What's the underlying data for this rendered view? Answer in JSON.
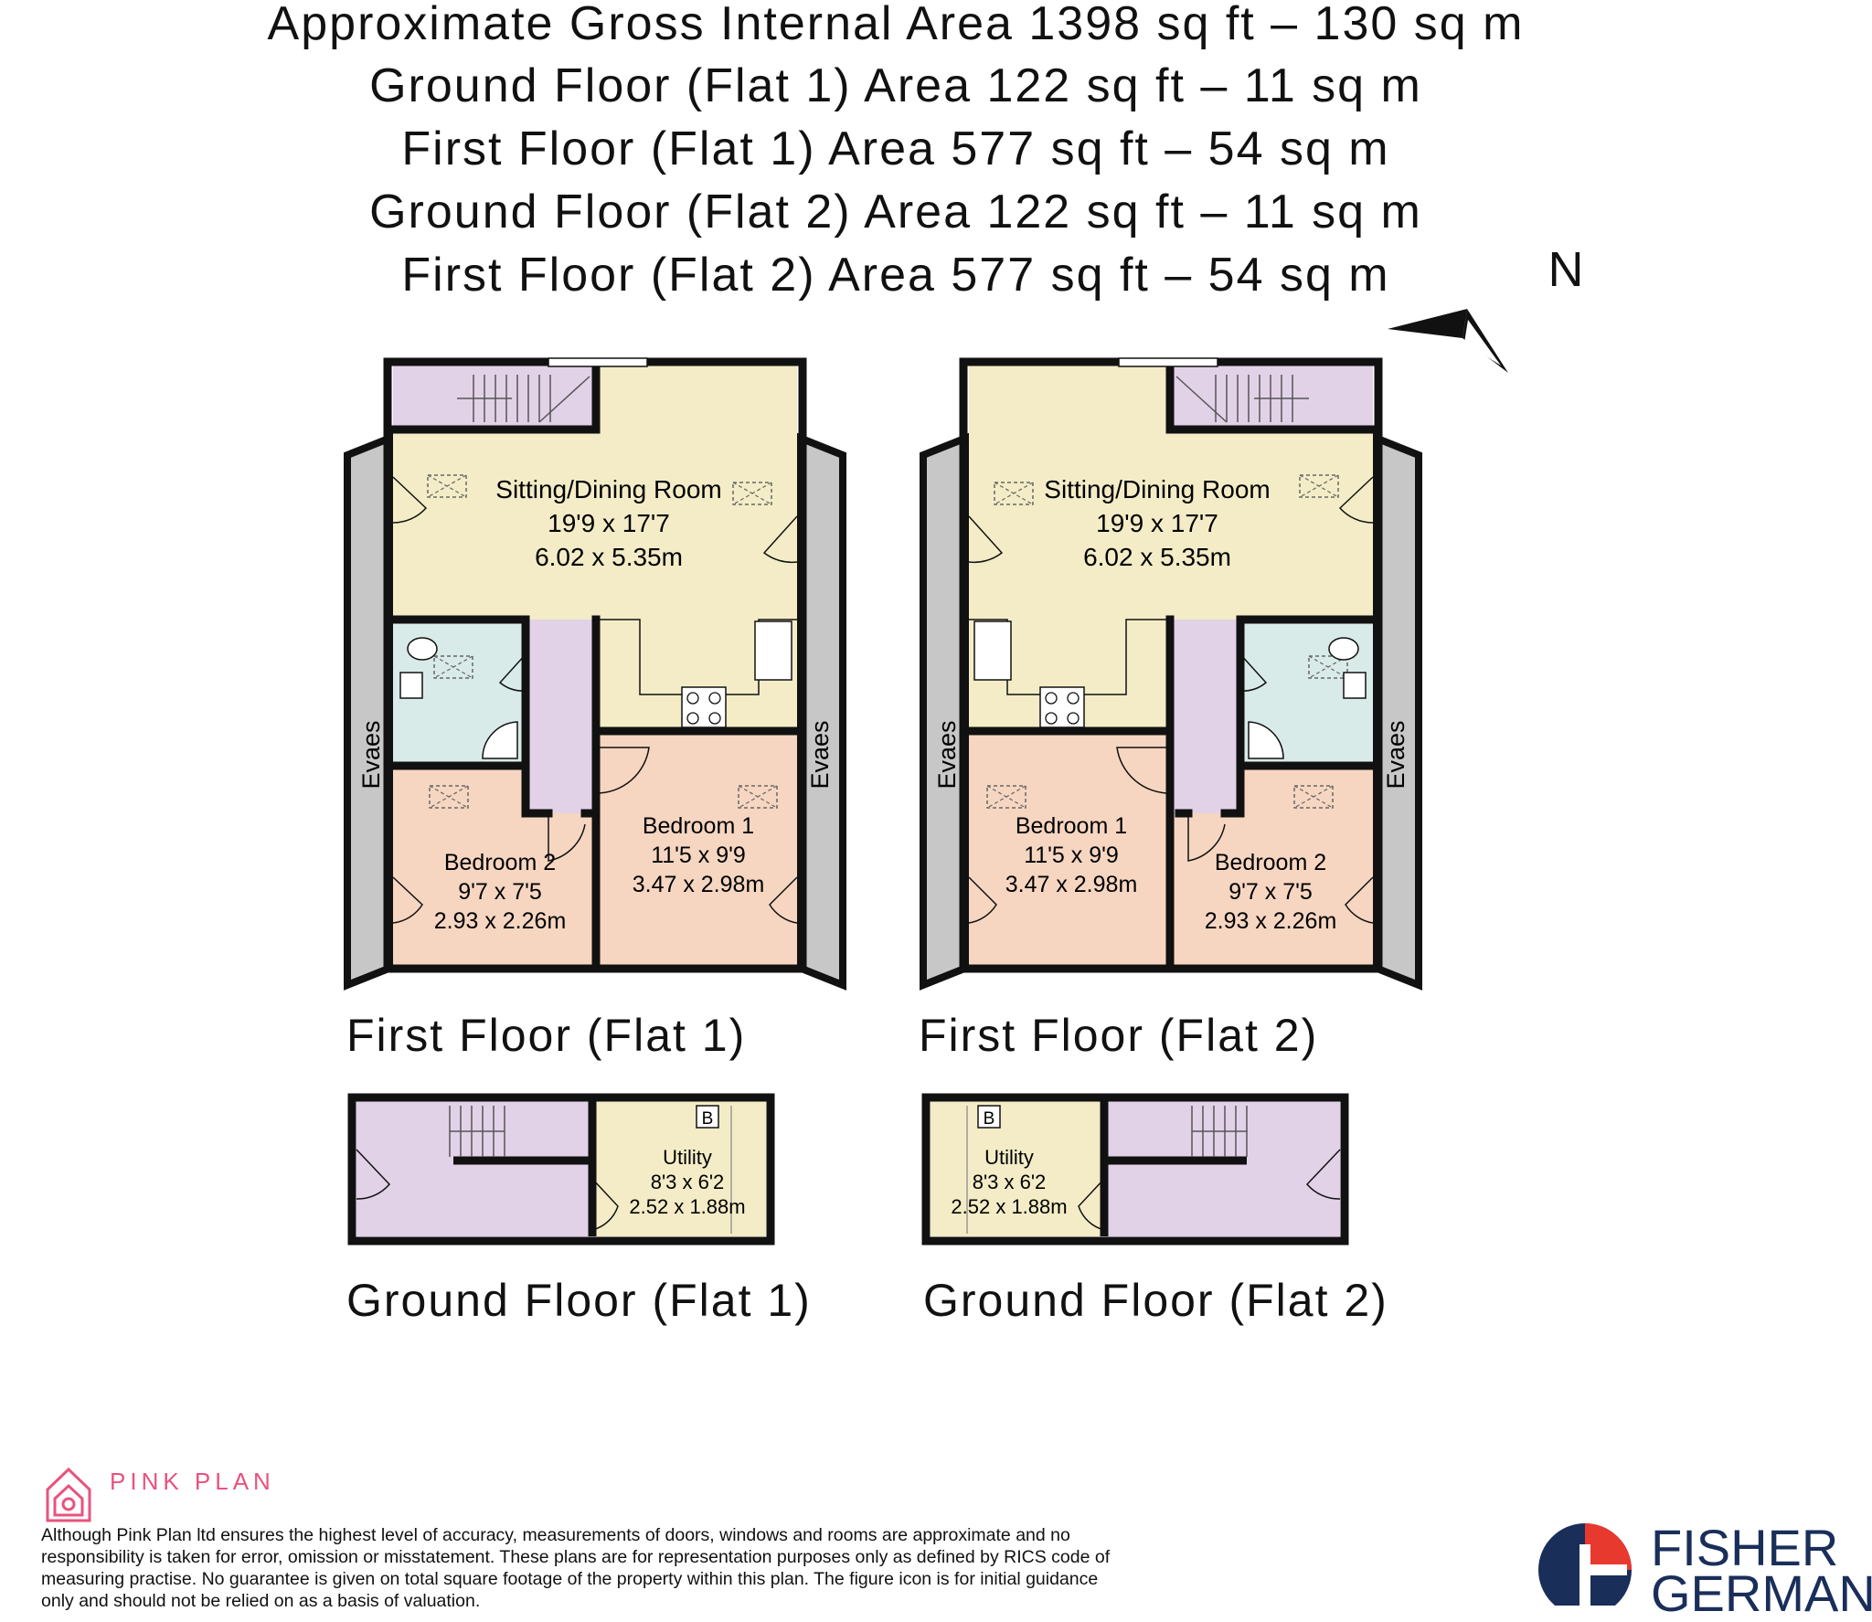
{
  "header": {
    "lines": [
      "Approximate Gross Internal Area 1398 sq ft – 130 sq m",
      "Ground Floor (Flat 1) Area 122 sq ft – 11 sq m",
      "First Floor (Flat 1) Area 577 sq ft – 54 sq m",
      "Ground Floor (Flat 2) Area 122 sq ft – 11 sq m",
      "First Floor (Flat 2) Area 577 sq ft – 54 sq m"
    ]
  },
  "compass": {
    "label": "N"
  },
  "flat1_first": {
    "caption": "First Floor (Flat 1)",
    "sitting": {
      "name": "Sitting/Dining Room",
      "imperial": "19'9 x 17'7",
      "metric": "6.02 x 5.35m"
    },
    "bedroom2": {
      "name": "Bedroom 2",
      "imperial": "9'7 x 7'5",
      "metric": "2.93 x 2.26m"
    },
    "bedroom1": {
      "name": "Bedroom 1",
      "imperial": "11'5 x 9'9",
      "metric": "3.47 x 2.98m"
    },
    "eaves_left": "Evaes",
    "eaves_right": "Evaes"
  },
  "flat2_first": {
    "caption": "First Floor (Flat 2)",
    "sitting": {
      "name": "Sitting/Dining Room",
      "imperial": "19'9 x 17'7",
      "metric": "6.02 x 5.35m"
    },
    "bedroom1": {
      "name": "Bedroom 1",
      "imperial": "11'5 x 9'9",
      "metric": "3.47 x 2.98m"
    },
    "bedroom2": {
      "name": "Bedroom 2",
      "imperial": "9'7 x 7'5",
      "metric": "2.93 x 2.26m"
    },
    "eaves_left": "Evaes",
    "eaves_right": "Evaes"
  },
  "flat1_ground": {
    "caption": "Ground Floor (Flat 1)",
    "utility": {
      "name": "Utility",
      "imperial": "8'3 x 6'2",
      "metric": "2.52 x 1.88m"
    },
    "boiler": "B"
  },
  "flat2_ground": {
    "caption": "Ground Floor (Flat 2)",
    "utility": {
      "name": "Utility",
      "imperial": "8'3 x 6'2",
      "metric": "2.52 x 1.88m"
    },
    "boiler": "B"
  },
  "footer": {
    "brand": "PINK PLAN",
    "disclaimer": "Although Pink Plan ltd ensures the highest level of accuracy, measurements of doors, windows and rooms are approximate and no responsibility is taken for error, omission or misstatement. These plans are for representation purposes only as defined by RICS code of measuring practise. No guarantee is given on total square footage of the property within this plan. The figure icon is for initial guidance only and should not be relied on as a basis of valuation.",
    "agent_line1": "FISHER",
    "agent_line2": "GERMAN"
  },
  "colors": {
    "living": "#f3ecc6",
    "bedroom": "#f6d6c1",
    "bathroom": "#d9ebe9",
    "hall": "#e2d2e8",
    "eaves": "#c7c7c7",
    "wall": "#111111",
    "brand_pink": "#e8537d",
    "brand_navy": "#1a2e5a",
    "brand_red": "#e8392f"
  }
}
